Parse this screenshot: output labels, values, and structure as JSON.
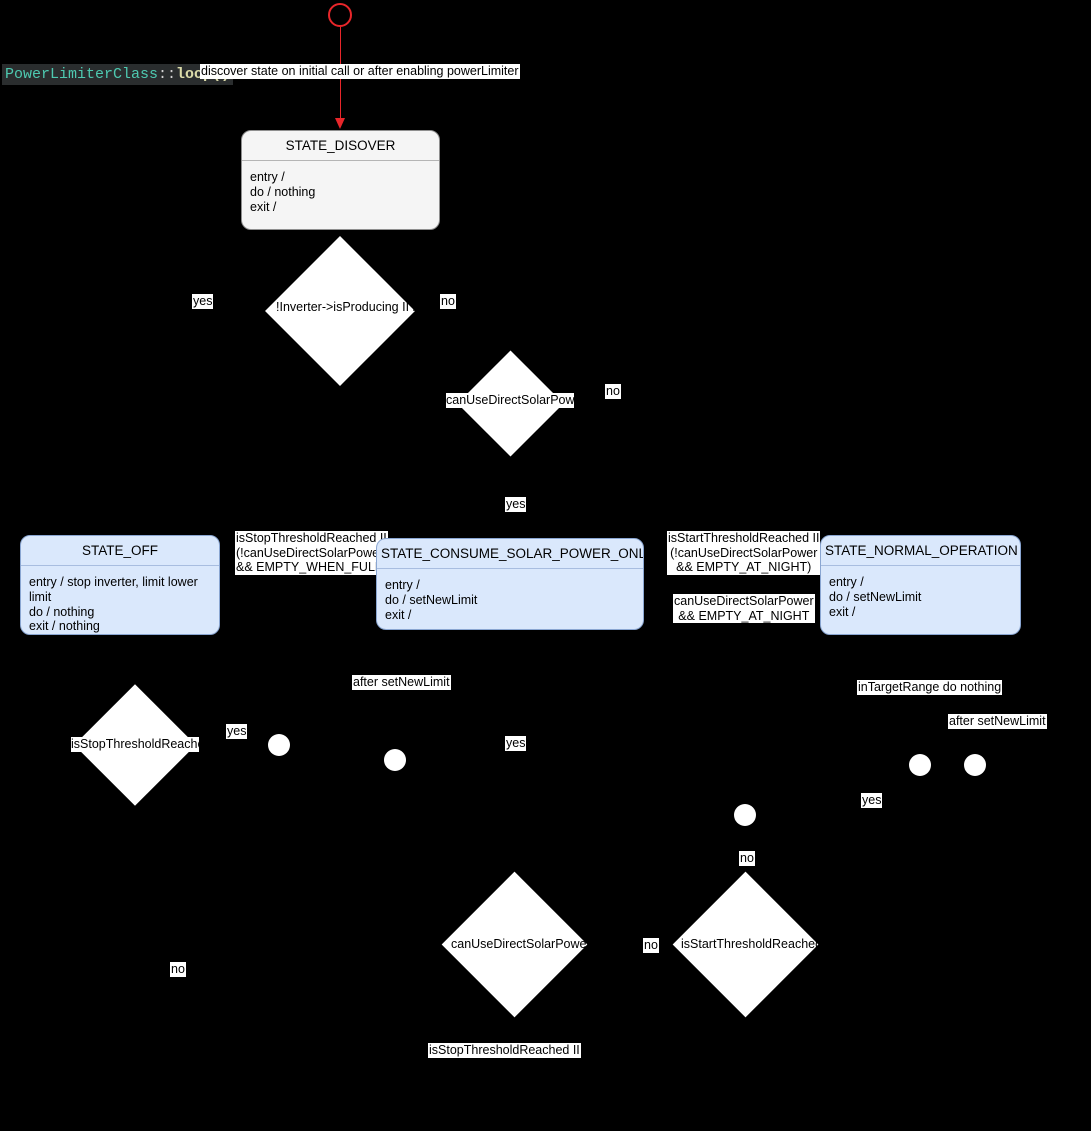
{
  "title": {
    "class_name": "PowerLimiterClass",
    "separator": "::",
    "method": "loop()"
  },
  "start": {
    "transition_label": "discover state on initial call or after enabling powerLimiter"
  },
  "states": [
    {
      "id": "state-disover",
      "name": "STATE_DISOVER",
      "body": "entry /\ndo / nothing\nexit /",
      "style": "grey"
    },
    {
      "id": "state-off",
      "name": "STATE_OFF",
      "body": "entry / stop inverter, limit lower limit\ndo / nothing\nexit / nothing",
      "style": "blue"
    },
    {
      "id": "state-consume-solar-power-only",
      "name": "STATE_CONSUME_SOLAR_POWER_ONLY",
      "body": "entry /\ndo / setNewLimit\nexit /",
      "style": "blue"
    },
    {
      "id": "state-normal-operation",
      "name": "STATE_NORMAL_OPERATION",
      "body": "entry /\ndo / setNewLimit\nexit /",
      "style": "blue"
    }
  ],
  "decisions": [
    {
      "id": "decision-inverter-producing",
      "text": "!Inverter->isProducing II\nisStopThresholdReached"
    },
    {
      "id": "decision-can-use-direct-solar-power-top",
      "text": "canUseDirectSolarPower"
    },
    {
      "id": "decision-is-stop-threshold-reached",
      "text": "isStopThresholdReached"
    },
    {
      "id": "decision-can-use-direct-solar-power-bottom",
      "text": "canUseDirectSolarPower"
    },
    {
      "id": "decision-is-start-threshold-reached",
      "text": "isStartThresholdReached"
    }
  ],
  "edge_labels": {
    "yes_discover_left": "yes",
    "no_discover_right": "no",
    "no_solar_top_right": "no",
    "yes_solar_top_bottom": "yes",
    "guard_stop_or_empty_when_full": "isStopThresholdReached II\n(!canUseDirectSolarPower\n&& EMPTY_WHEN_FULL)",
    "guard_start_or_empty_at_night": "isStartThresholdReached II\n(!canUseDirectSolarPower\n&& EMPTY_AT_NIGHT)",
    "guard_can_use_solar_empty_at_night": "canUseDirectSolarPower\n&& EMPTY_AT_NIGHT",
    "after_set_new_limit_left": "after setNewLimit",
    "after_set_new_limit_right": "after setNewLimit",
    "in_target_range_do_nothing": "inTargetRange do nothing",
    "yes_stop_threshold": "yes",
    "yes_consume_solar": "yes",
    "yes_normal_operation": "yes",
    "no_start_threshold_up": "no",
    "no_start_threshold_left": "no",
    "no_bottom_left": "no",
    "guard_is_stop_threshold_reached_or": "isStopThresholdReached II"
  },
  "colors": {
    "background": "#000000",
    "state_blue_fill": "#dae8fc",
    "state_grey_fill": "#f5f5f5",
    "start_node": "#e8262a",
    "node_white": "#ffffff",
    "title_bg": "#2a2d2e"
  }
}
